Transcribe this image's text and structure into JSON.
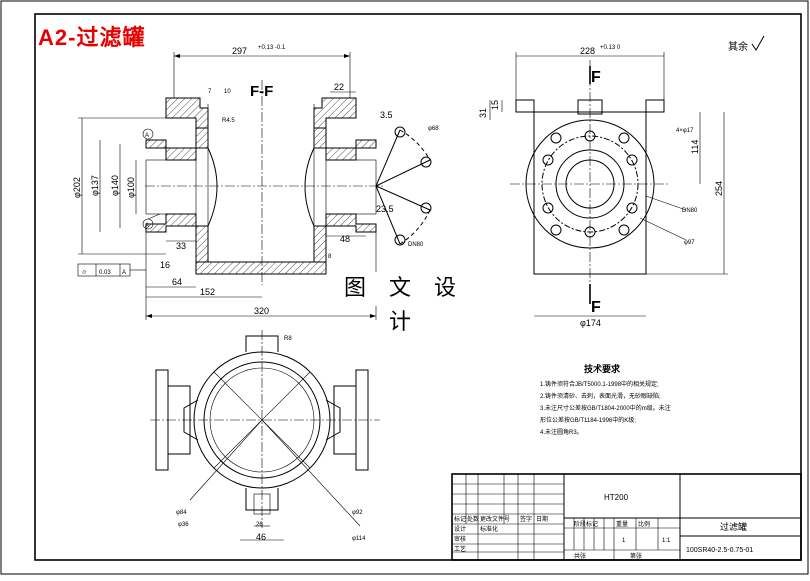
{
  "sheet_label": "A2-过滤罐",
  "watermark": "图 文 设 计",
  "roughness_note": "其余",
  "section_label": "F-F",
  "section_arrow_top": "F",
  "section_arrow_bottom": "F",
  "dims_front": {
    "d297": "297",
    "d297_tol": "+0.13 -0.1",
    "d7": "7",
    "d10": "10",
    "d22": "22",
    "d35": "3.5",
    "d235": "23.5",
    "d48": "48",
    "d33": "33",
    "d16": "16",
    "d64": "64",
    "d152": "152",
    "d320": "320",
    "d8": "8",
    "phi202": "φ202",
    "phi137": "φ137",
    "phi140": "φ140",
    "phi100": "φ100",
    "r5": "R4.5",
    "phi68": "φ68",
    "dchk": "DN80",
    "datum_a": "A"
  },
  "tolerance_frame": {
    "symbol": "⌭",
    "value": "0.03",
    "datum": "A"
  },
  "dims_side": {
    "d228": "228",
    "d228_tol": "+0.13 0",
    "d31": "31",
    "d15": "15",
    "d114": "114",
    "d254": "254",
    "phi174": "φ174",
    "phi97": "φ97",
    "holes": "4×φ17",
    "dn": "DN80"
  },
  "dims_top": {
    "r8": "R8",
    "d26": "26",
    "d46": "46",
    "phi84": "φ84",
    "phi92": "φ92",
    "phi36": "φ36",
    "phi114": "φ114"
  },
  "tech_req": {
    "heading": "技术要求",
    "items": [
      "1.铸件须符合JB/T5000.1-1998中的相关规定;",
      "2.铸件须清砂、去刺，表面光滑，无砂眼缺陷;",
      "3.未注尺寸公差按GB/T1804-2000中的m级。未注",
      "   形位公差按GB/T1184-1996中的K级;",
      "4.未注圆角R3。"
    ]
  },
  "title_block": {
    "material": "HT200",
    "part_name": "过滤罐",
    "drawing_no": "100SR40-2.5-0.75-01",
    "scale": "1:1",
    "qty": "1",
    "r_labels": [
      "标记",
      "处数",
      "更改文件号",
      "签字",
      "日期"
    ],
    "roles": [
      "设计",
      "审核",
      "工艺"
    ],
    "std": "标准化",
    "stage": "阶段标记",
    "weight": "重量",
    "ratio": "比例",
    "sheet": "共张",
    "sheet2": "第张"
  }
}
